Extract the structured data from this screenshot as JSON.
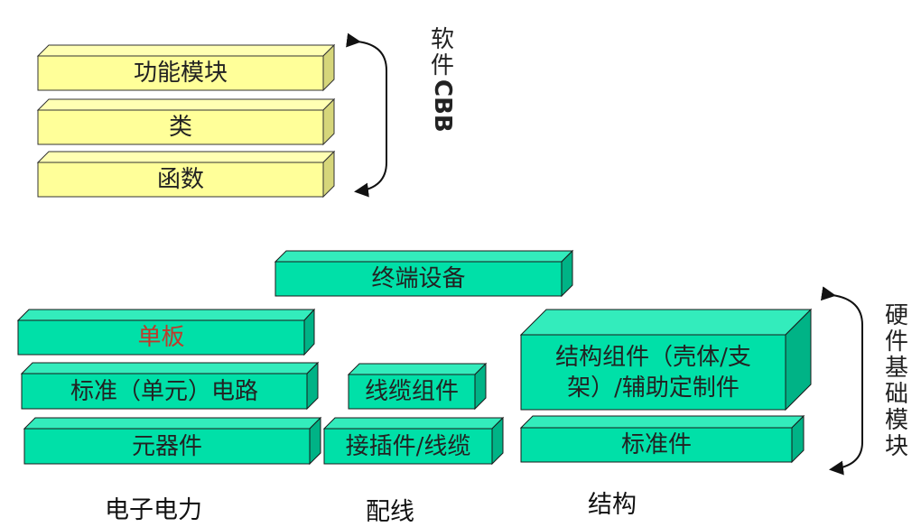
{
  "software": {
    "layers": [
      {
        "label": "功能模块"
      },
      {
        "label": "类"
      },
      {
        "label": "函数"
      }
    ],
    "bracket_label_chars": [
      "软",
      "件"
    ],
    "bracket_label_latin": "CBB"
  },
  "hardware": {
    "top": {
      "label": "终端设备"
    },
    "electronic": {
      "layers": [
        {
          "label": "单板",
          "highlight_color": "#c0392b"
        },
        {
          "label": "标准（单元）电路"
        },
        {
          "label": "元器件"
        }
      ],
      "caption": "电子电力"
    },
    "wiring": {
      "layers": [
        {
          "label": "线缆组件"
        },
        {
          "label": "接插件/线缆"
        }
      ],
      "caption": "配线"
    },
    "structure": {
      "layers": [
        {
          "label_line1": "结构组件（壳体/支",
          "label_line2": "架）/辅助定制件"
        },
        {
          "label": "标准件"
        }
      ],
      "caption": "结构"
    },
    "bracket_label_chars": [
      "硬",
      "件",
      "基",
      "础",
      "模",
      "块"
    ]
  },
  "colors": {
    "yellow_front": "#ffff99",
    "yellow_top": "#ffffb3",
    "yellow_side": "#d6d67a",
    "green_front": "#00e0a8",
    "green_top": "#33ecbc",
    "green_side": "#00b386",
    "outline": "#1a1a1a"
  }
}
